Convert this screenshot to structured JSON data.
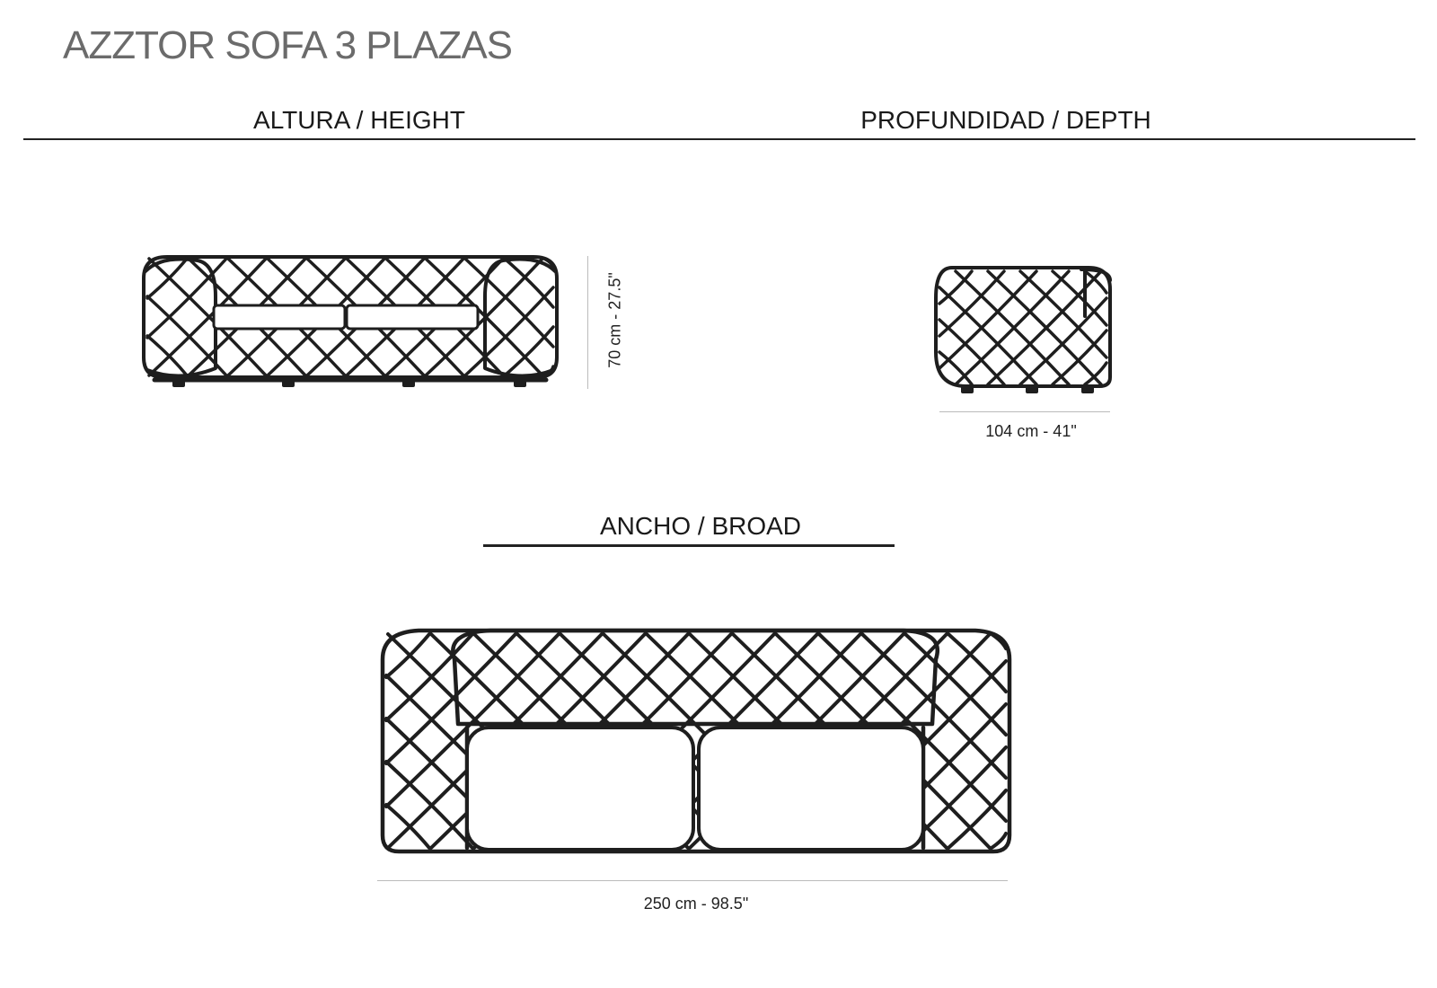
{
  "title": "AZZTOR SOFA 3 PLAZAS",
  "sections": {
    "height": {
      "label": "ALTURA / HEIGHT",
      "value": "70 cm - 27.5\""
    },
    "depth": {
      "label": "PROFUNDIDAD / DEPTH",
      "value": "104 cm - 41\""
    },
    "broad": {
      "label": "ANCHO / BROAD",
      "value": "250 cm - 98.5\""
    }
  },
  "colors": {
    "line": "#1e1e1e",
    "title": "#6b6b6b",
    "dimension_line": "#bbbbbb"
  }
}
